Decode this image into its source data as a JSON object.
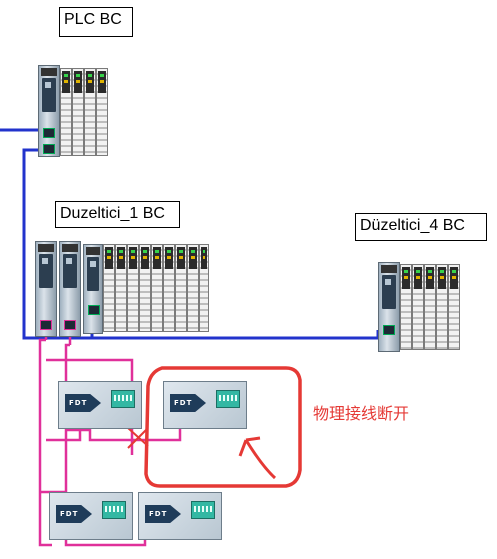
{
  "labels": {
    "plc": "PLC BC",
    "duzeltici_1": "Duzeltici_1 BC",
    "duzeltici_4": "Düzeltici_4 BC"
  },
  "fdt_logo_text": "FDT",
  "annotation": "物理接线断开",
  "colors": {
    "network_link": "#2233cc",
    "serial_link": "#e0309a",
    "annotation": "#e53935"
  }
}
